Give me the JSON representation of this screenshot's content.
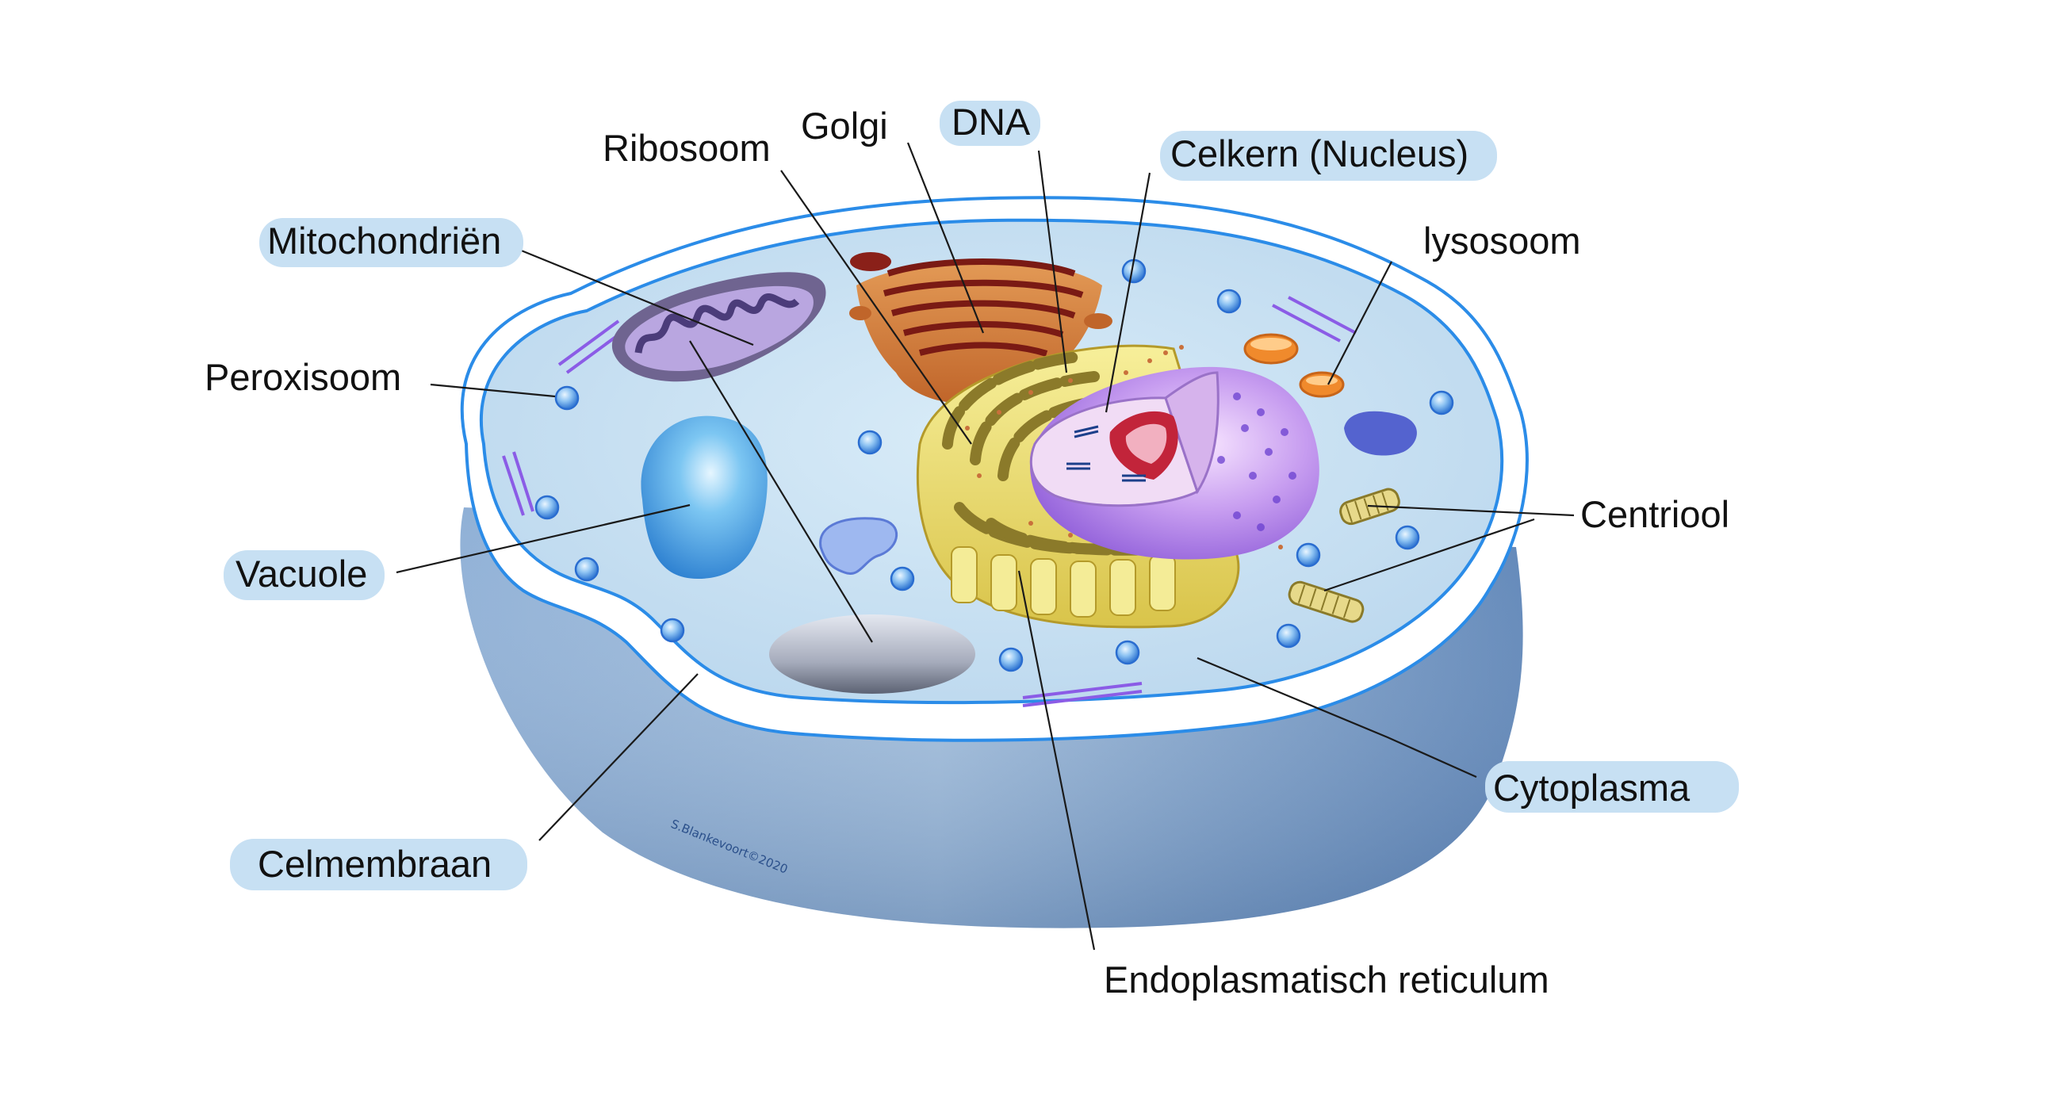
{
  "labels": {
    "ribosoom": "Ribosoom",
    "golgi": "Golgi",
    "dna": "DNA",
    "celkern": "Celkern (Nucleus)",
    "mitochondrien": "Mitochondriën",
    "lysosoom": "lysosoom",
    "peroxisoom": "Peroxisoom",
    "centriool": "Centriool",
    "vacuole": "Vacuole",
    "cytoplasma": "Cytoplasma",
    "celmembraan": "Celmembraan",
    "er": "Endoplasmatisch reticulum"
  },
  "watermark": "S.Blankevoort©2020",
  "colors": {
    "label_highlight": "#c7e0f3",
    "membrane_line": "#2b8ce8",
    "cytoplasm": "#cbe3f3",
    "cell_body": "#6b96c6"
  }
}
